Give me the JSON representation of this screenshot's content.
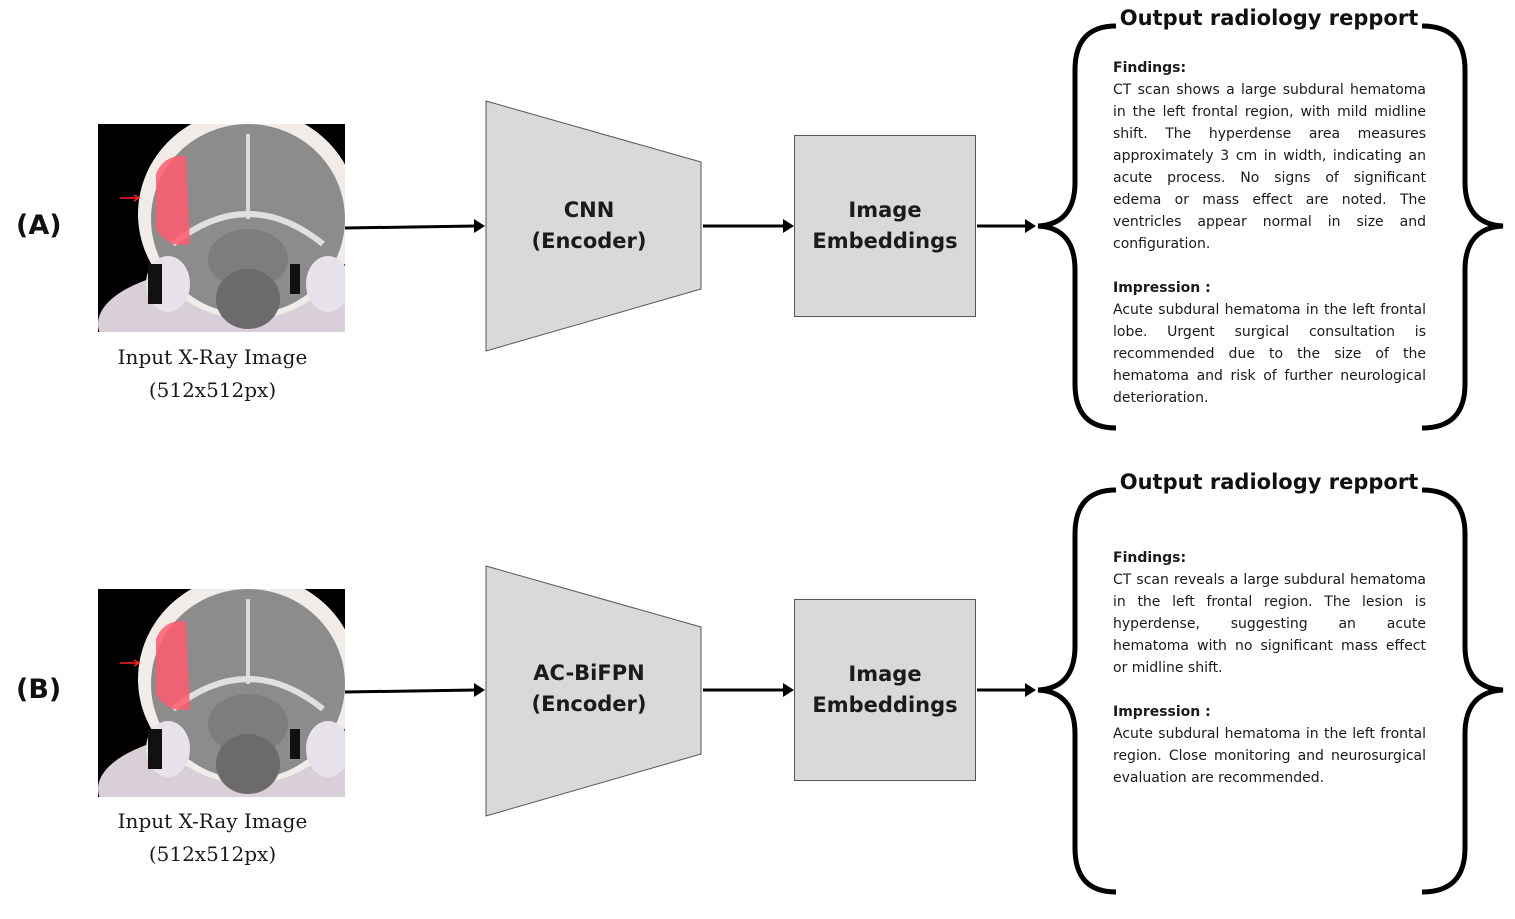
{
  "pipelines": [
    {
      "label": "(A)",
      "input_caption_line1": "Input X-Ray Image",
      "input_caption_line2": "(512x512px)",
      "encoder_line1": "CNN",
      "encoder_line2": "(Encoder)",
      "embedding_line1": "Image",
      "embedding_line2": "Embeddings",
      "report_title": "Output radiology repport",
      "findings_heading": "Findings:",
      "findings_text": "CT scan shows a large subdural hematoma in the left frontal region, with mild midline shift. The hyperdense area measures approximately 3 cm in width, indicating an acute process. No signs of significant edema or mass effect are noted. The ventricles appear normal in size and configuration.",
      "impression_heading": "Impression :",
      "impression_text": "Acute subdural hematoma in the left frontal lobe. Urgent surgical consultation is recommended due to the size of the hematoma and risk of further neurological deterioration."
    },
    {
      "label": "(B)",
      "input_caption_line1": "Input X-Ray Image",
      "input_caption_line2": "(512x512px)",
      "encoder_line1": "AC-BiFPN",
      "encoder_line2": "(Encoder)",
      "embedding_line1": "Image",
      "embedding_line2": "Embeddings",
      "report_title": "Output radiology repport",
      "findings_heading": "Findings:",
      "findings_text": "CT scan reveals a large subdural hematoma in the left frontal region. The lesion is hyperdense, suggesting an acute hematoma with no significant mass effect or midline shift.",
      "impression_heading": "Impression :",
      "impression_text": "Acute subdural hematoma in the left frontal region. Close monitoring and neurosurgical evaluation are recommended."
    }
  ],
  "colors": {
    "box_fill": "#d9d9d9",
    "box_stroke": "#555555",
    "arrow": "#000000",
    "hematoma_overlay": "#ff5a6e"
  }
}
